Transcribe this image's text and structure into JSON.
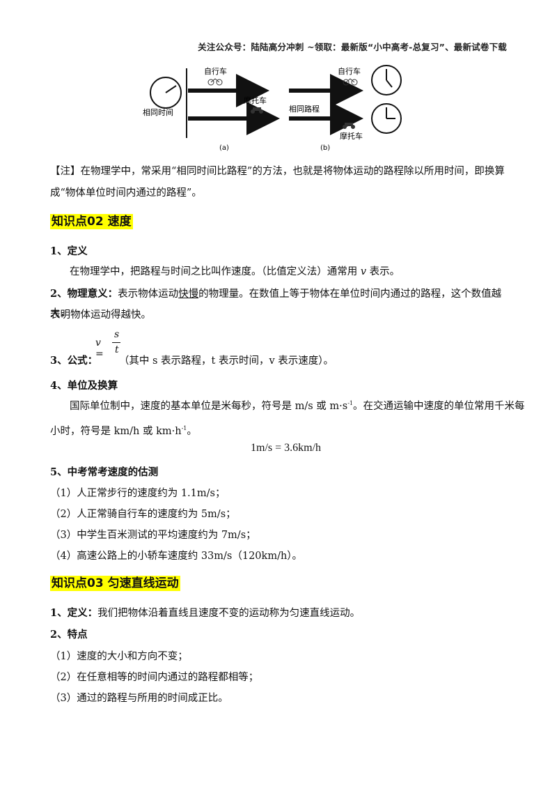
{
  "header": "关注公众号：陆陆高分冲刺 ~领取：最新版“小中高考-总复习”、最新试卷下载",
  "figure": {
    "a_bike": "自行车",
    "a_moto": "摩托车",
    "a_same_time": "相同时间",
    "b_bike": "自行车",
    "b_same_dist": "相同路程",
    "b_moto": "摩托车",
    "cap_a": "(a)",
    "cap_b": "(b)"
  },
  "note": {
    "line1": "【注】在物理学中，常采用“相同时间比路程”的方法，也就是将物体运动的路程除以所用时间，即换算",
    "line2": "成“物体单位时间内通过的路程”。"
  },
  "section2": {
    "title": "知识点02  速度",
    "def_head": "1、定义",
    "def_body_pre": "在物理学中，把路程与时间之比叫作速度。（比值定义法）通常用 ",
    "def_v": "v",
    "def_body_post": " 表示。",
    "meaning_head": "2、物理意义：",
    "meaning_pre": "表示物体运动",
    "meaning_u": "快慢",
    "meaning_post": "的物理量。在数值上等于物体在单位时间内通过的路程，这个数值越大，",
    "meaning_line2": "表明物体运动得越快。",
    "formula_lhs": "v =",
    "formula_num": "s",
    "formula_den": "t",
    "formula_head": "3、公式：",
    "formula_note": "（其中 s 表示路程，t 表示时间，v 表示速度）。",
    "unit_head": "4、单位及换算",
    "unit_line1": "国际单位制中，速度的基本单位是米每秒，符号是 m/s 或 m·s",
    "unit_sup": "-1",
    "unit_line1b": "。在交通运输中速度的单位常用千米每",
    "unit_line2": "小时，符号是 km/h 或 km·h",
    "unit_sup2": "-1",
    "unit_line2b": "。",
    "conversion": "1m/s = 3.6km/h",
    "est_head": "5、中考常考速度的估测",
    "est": [
      "（1）人正常步行的速度约为 1.1m/s；",
      "（2）人正常骑自行车的速度约为 5m/s；",
      "（3）中学生百米测试的平均速度约为 7m/s；",
      "（4）高速公路上的小轿车速度约 33m/s（120km/h）。"
    ]
  },
  "section3": {
    "title": "知识点03  匀速直线运动",
    "def_head": "1、定义：",
    "def_body": "我们把物体沿着直线且速度不变的运动称为匀速直线运动。",
    "feat_head": "2、特点",
    "feat": [
      "（1）速度的大小和方向不变；",
      "（2）在任意相等的时间内通过的路程都相等；",
      "（3）通过的路程与所用的时间成正比。"
    ]
  }
}
